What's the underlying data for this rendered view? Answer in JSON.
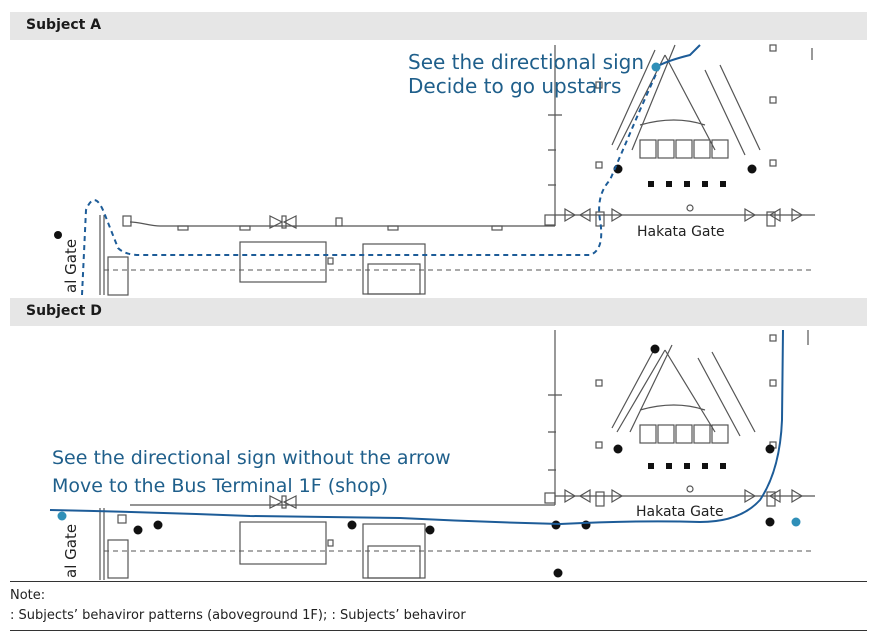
{
  "panels": [
    {
      "title": "Subject A",
      "caption_lines": [
        "See the directional sign",
        "Decide to go upstairs"
      ],
      "gate_label": "Hakata Gate",
      "side_label": "al Gate"
    },
    {
      "title": "Subject D",
      "caption_lines": [
        "See the directional sign without the arrow",
        "Move to the Bus Terminal 1F (shop)"
      ],
      "gate_label": "Hakata Gate",
      "side_label": "al Gate"
    }
  ],
  "note": {
    "title": "Note:",
    "text": ": Subjects’ behaviror patterns (aboveground 1F); : Subjects’ behaviror"
  },
  "colors": {
    "path": "#1d5c98",
    "marker": "#2f8fb8",
    "caption": "#1f5f8b",
    "map_lines": "#555555"
  }
}
